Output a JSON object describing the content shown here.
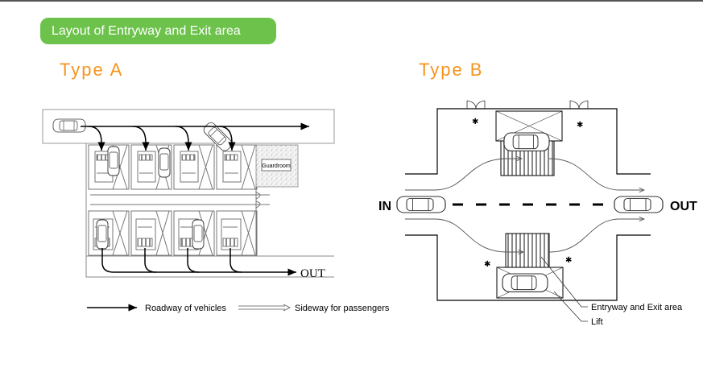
{
  "header": {
    "section_title": "Layout of Entryway and Exit area",
    "accent_color": "#6cc24a",
    "title_color": "#f7941d"
  },
  "type_a": {
    "title": "Type A",
    "guardroom_label": "Guardroom",
    "out_label": "OUT",
    "legend": {
      "roadway_label": "Roadway of vehicles",
      "sideway_label": "Sideway for passengers"
    }
  },
  "type_b": {
    "title": "Type B",
    "in_label": "IN",
    "out_label": "OUT",
    "callouts": {
      "entryway_label": "Entryway and Exit area",
      "lift_label": "Lift"
    }
  }
}
